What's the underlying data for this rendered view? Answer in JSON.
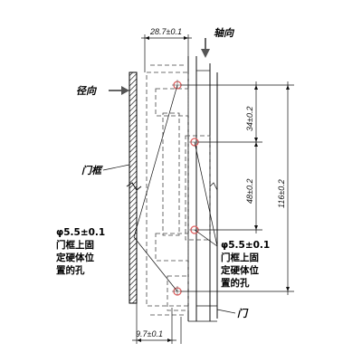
{
  "labels": {
    "axial": "轴向",
    "radial": "径向",
    "door_frame": "门框",
    "door": "门"
  },
  "dimensions": {
    "width_top": "28.7±0.1",
    "width_bottom": "9.7±0.1",
    "spacing_upper": "34±0.2",
    "spacing_lower": "48±0.2",
    "overall_height": "116±0.2"
  },
  "hole_notes": {
    "left": {
      "spec": "φ5.5±0.1",
      "line1": "门框上固",
      "line2": "定硬体位",
      "line3": "置的孔"
    },
    "right": {
      "spec": "φ5.5±0.1",
      "line1": "门框上固",
      "line2": "定硬体位",
      "line3": "置的孔"
    }
  },
  "colors": {
    "hole_marker": "#e06060",
    "line": "#111111"
  }
}
